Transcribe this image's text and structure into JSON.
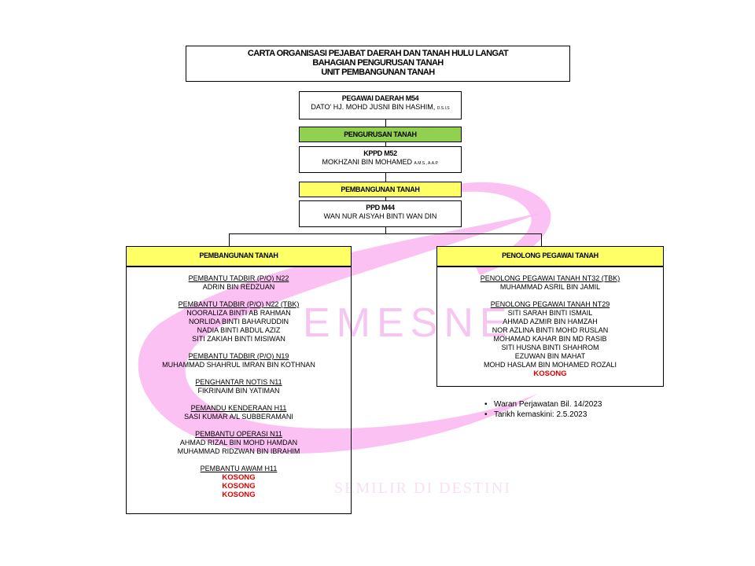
{
  "title": {
    "line1": "CARTA ORGANISASI PEJABAT DAERAH DAN TANAH HULU LANGAT",
    "line2": "BAHAGIAN PENGURUSAN TANAH",
    "line3": "UNIT PEMBANGUNAN TANAH"
  },
  "nodes": {
    "pegawai_daerah": {
      "grade": "PEGAWAI DAERAH M54",
      "name": "DATO’ HJ. MOHD JUSNI BIN HASHIM,",
      "suffix": "D.S.I.S"
    },
    "pengurusan_tanah": {
      "label": "PENGURUSAN TANAH"
    },
    "kppd": {
      "grade": "KPPD M52",
      "name": "MOKHZANI BIN MOHAMED",
      "suffix": "A.M.S., A.A.P."
    },
    "pembangunan_tanah": {
      "label": "PEMBANGUNAN TANAH"
    },
    "ppd": {
      "grade": "PPD M44",
      "name": "WAN NUR AISYAH  BINTI WAN DIN"
    }
  },
  "left_unit": {
    "label": "PEMBANGUNAN TANAH",
    "groups": [
      {
        "heading": "PEMBANTU TADBIR (P/O) N22",
        "members": [
          "ADRIN BIN  REDZUAN"
        ]
      },
      {
        "heading": "PEMBANTU TADBIR (P/O) N22 (TBK)",
        "members": [
          "NOORALIZA BINTI AB RAHMAN",
          "NORLIDA BINTI BAHARUDDIN",
          "NADIA BINTI ABDUL AZIZ",
          "SITI  ZAKIAH BINTI MISIWAN"
        ]
      },
      {
        "heading": "PEMBANTU TADBIR (P/O) N19",
        "members": [
          "MUHAMMAD SHAHRUL IMRAN BIN KOTHNAN"
        ]
      },
      {
        "heading": "PENGHANTAR NOTIS N11",
        "members": [
          "FIKRINAIM BIN YATIMAN"
        ]
      },
      {
        "heading": "PEMANDU KENDERAAN H11",
        "members": [
          "SASI KUMAR A/L SUBBERAMANI"
        ]
      },
      {
        "heading": "PEMBANTU OPERASI N11",
        "members": [
          "AHMAD RIZAL BIN MOHD HAMDAN",
          "MUHAMMAD RIDZWAN BIN IBRAHIM"
        ]
      },
      {
        "heading": "PEMBANTU AWAM H11",
        "vacant": [
          "KOSONG",
          "KOSONG",
          "KOSONG"
        ]
      }
    ]
  },
  "right_unit": {
    "label": "PENOLONG PEGAWAI TANAH",
    "groups": [
      {
        "heading": "PENOLONG PEGAWAI  TANAH NT32 (TBK)",
        "members": [
          "MUHAMMAD ASRIL BIN JAMIL"
        ]
      },
      {
        "heading": "PENOLONG PEGAWAI  TANAH NT29",
        "members": [
          "SITI SARAH BINTI ISMAIL",
          "AHMAD AZMIR BIN HAMZAH",
          "NOR AZLINA BINTI MOHD RUSLAN",
          "MOHAMAD KAHAR BIN MD RASIB",
          "SITI  HUSNA BINTI SHAHROM",
          "EZUWAN BIN MAHAT",
          "MOHD HASLAM BIN MOHAMED ROZALI"
        ],
        "vacant": [
          "KOSONG"
        ]
      }
    ]
  },
  "notes": [
    "Waran Perjawatan Bil. 14/2023",
    "Tarikh kemaskini: 2.5.2023"
  ],
  "watermark": {
    "word": "EMESNE",
    "motto": "SEMILIR DI DESTINI"
  },
  "colors": {
    "green": "#92d050",
    "yellow": "#ffff66",
    "vacant": "#e00000",
    "watermark": "#f9a8ee"
  }
}
